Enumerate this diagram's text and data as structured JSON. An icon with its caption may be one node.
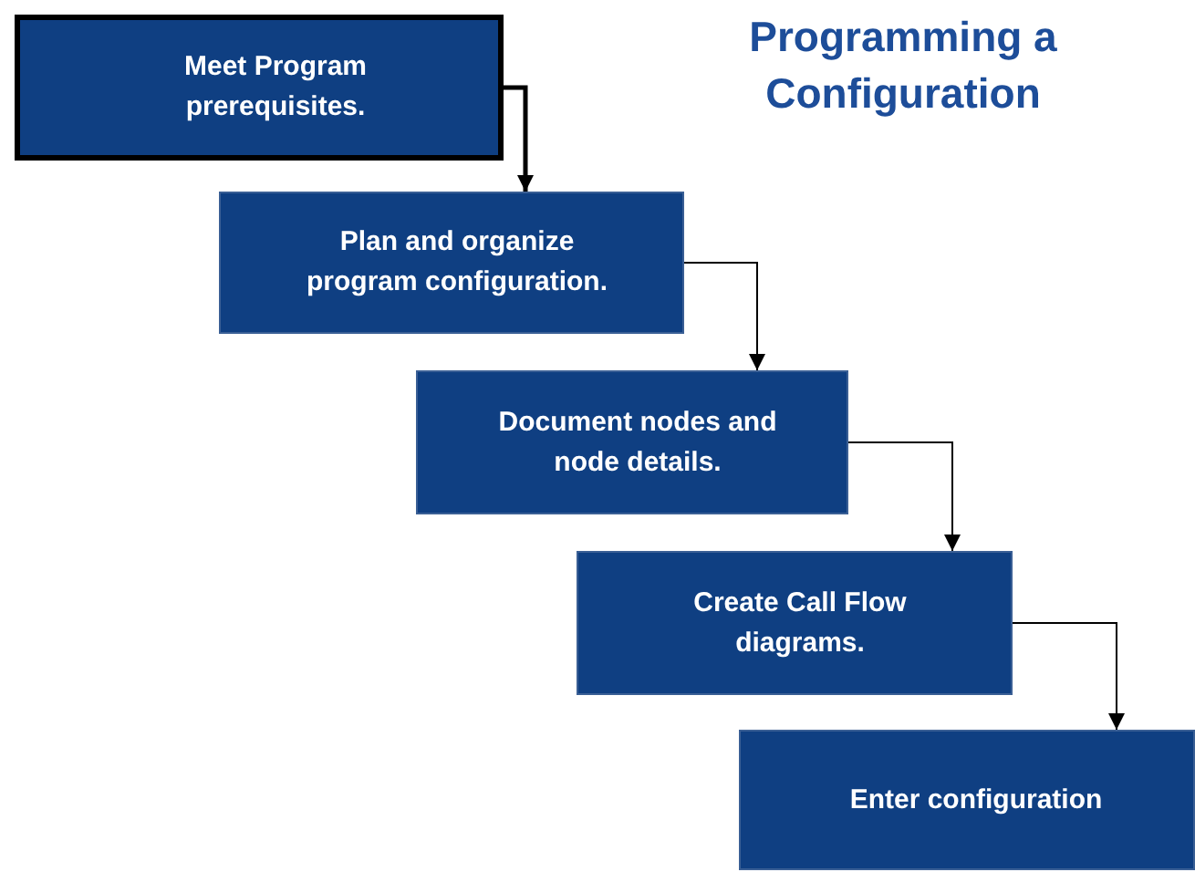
{
  "diagram": {
    "title": "Programming a Configuration",
    "nodes": [
      {
        "text": [
          "Meet Program prerequisites."
        ]
      },
      {
        "text": [
          "Plan and organize program configuration."
        ]
      },
      {
        "text": [
          "Document nodes and node details."
        ]
      },
      {
        "text": [
          "Create Call Flow diagrams."
        ]
      },
      {
        "text": [
          "Enter configuration"
        ]
      }
    ],
    "edges": [
      {
        "from": 0,
        "to": 1,
        "arrow": "to",
        "style": "thick"
      },
      {
        "from": 1,
        "to": 2,
        "arrow": "to"
      },
      {
        "from": 2,
        "to": 3,
        "arrow": "to"
      },
      {
        "from": 3,
        "to": 4,
        "arrow": "to"
      }
    ]
  }
}
